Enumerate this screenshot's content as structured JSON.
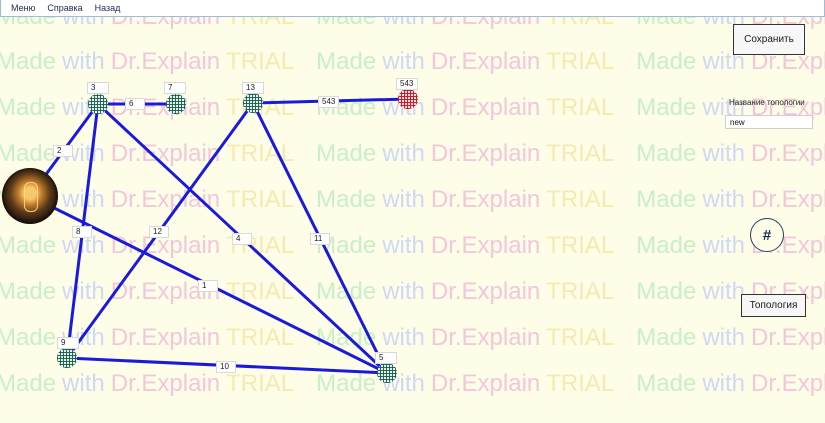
{
  "menu": {
    "items": [
      {
        "label": "Меню"
      },
      {
        "label": "Справка"
      },
      {
        "label": "Назад"
      }
    ]
  },
  "watermark": {
    "parts": [
      "Made",
      "with",
      "Dr.Explain",
      "TRIAL"
    ],
    "colors": {
      "made": "#c8f0c8",
      "with": "#cfd8f5",
      "dr": "#f3c6dc",
      "trial": "#f5eab0"
    }
  },
  "graph": {
    "edge_color": "#1a1adc",
    "nodes": [
      {
        "id": "3",
        "label": "3",
        "style": "green-grid"
      },
      {
        "id": "7",
        "label": "7",
        "style": "green-grid"
      },
      {
        "id": "13",
        "label": "13",
        "style": "green-grid"
      },
      {
        "id": "543",
        "label": "543",
        "style": "red-grid"
      },
      {
        "id": "9",
        "label": "9",
        "style": "green-grid"
      },
      {
        "id": "5",
        "label": "5",
        "style": "green-grid"
      },
      {
        "id": "bulb",
        "label": "",
        "style": "lightbulb-image"
      }
    ],
    "edges": [
      {
        "label": "6",
        "from": "3",
        "to": "7"
      },
      {
        "label": "543",
        "from": "13",
        "to": "543"
      },
      {
        "label": "2",
        "from": "bulb",
        "to": "3"
      },
      {
        "label": "8",
        "from": "3",
        "to": "9"
      },
      {
        "label": "4",
        "from": "3",
        "to": "5"
      },
      {
        "label": "12",
        "from": "13",
        "to": "9"
      },
      {
        "label": "11",
        "from": "13",
        "to": "5"
      },
      {
        "label": "1",
        "from": "bulb",
        "to": "5"
      },
      {
        "label": "10",
        "from": "9",
        "to": "5"
      }
    ]
  },
  "sidebar": {
    "save_label": "Сохранить",
    "topology_name_label": "Название топологии",
    "topology_name_value": "new",
    "hash_label": "#",
    "topology_button_label": "Топология"
  }
}
